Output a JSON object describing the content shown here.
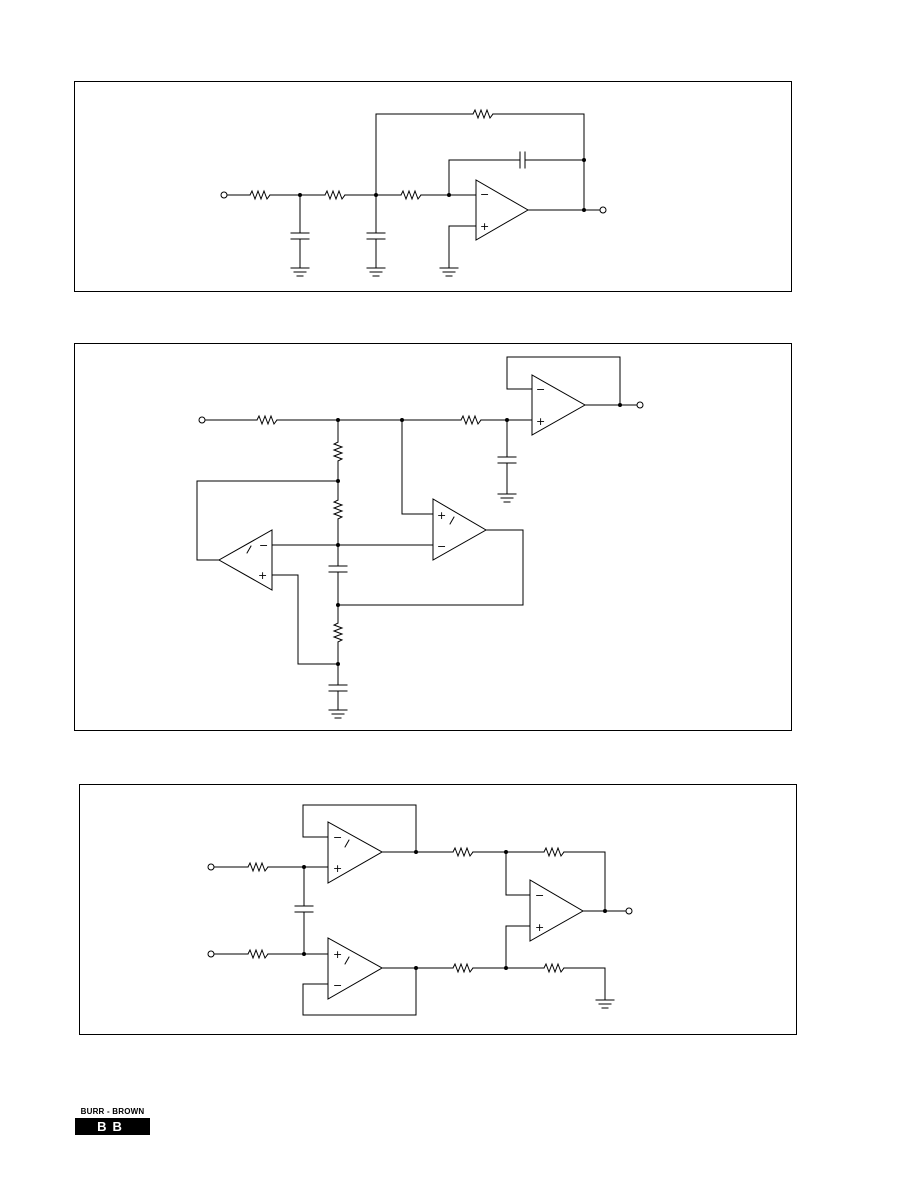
{
  "figures": [
    {
      "id": "fig-top",
      "kind": "active-filter-schematic",
      "opamps": 1
    },
    {
      "id": "fig-middle",
      "kind": "active-filter-schematic",
      "opamps": 3
    },
    {
      "id": "fig-bottom",
      "kind": "differential-amplifier-schematic",
      "opamps": 3
    }
  ],
  "symbols": {
    "minus": "−",
    "plus": "+"
  },
  "logo": {
    "text": "BURR - BROWN",
    "mark": "BB"
  },
  "colors": {
    "ink": "#000000",
    "paper": "#ffffff"
  }
}
